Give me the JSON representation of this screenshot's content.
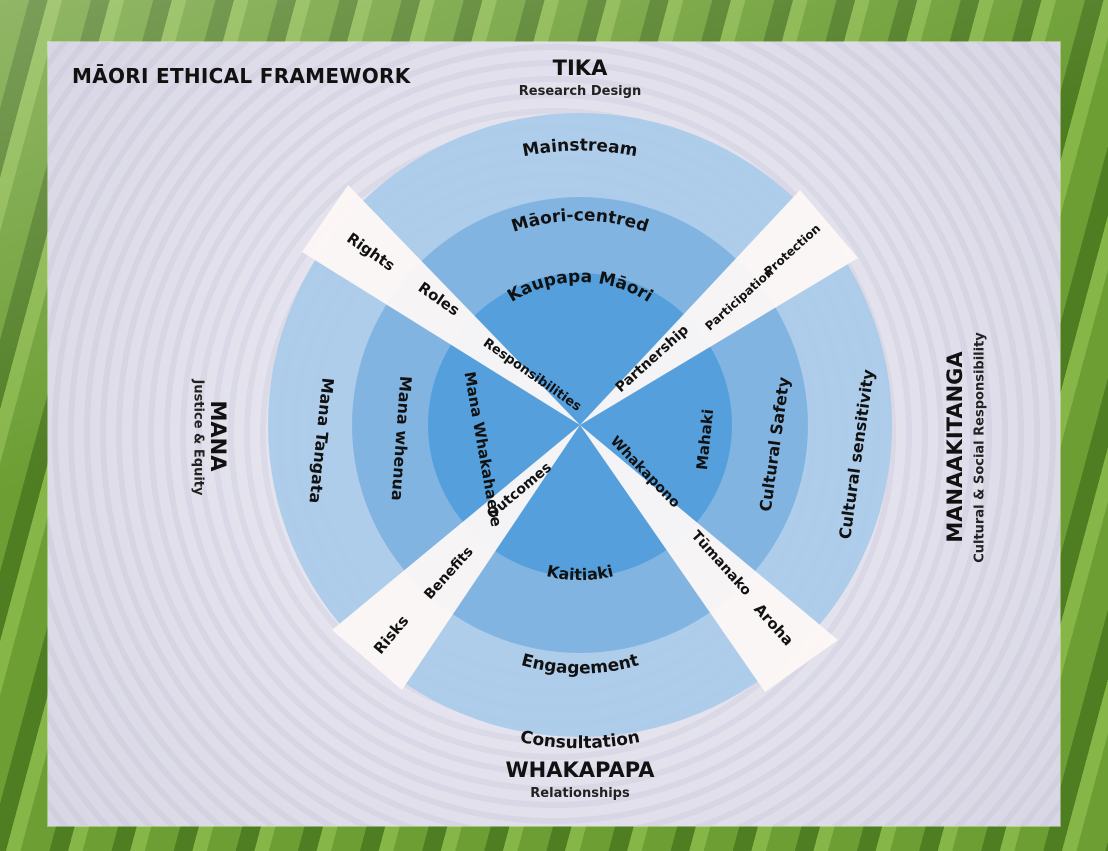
{
  "title": "MĀORI ETHICAL FRAMEWORK",
  "dimensions": {
    "top": {
      "name": "TIKA",
      "sub": "Research Design"
    },
    "bottom": {
      "name": "WHAKAPAPA",
      "sub": "Relationships"
    },
    "left": {
      "name": "MANA",
      "sub": "Justice & Equity"
    },
    "right": {
      "name": "MANAAKITANGA",
      "sub": "Cultural & Social Responsibility"
    }
  },
  "ring_labels": {
    "top": [
      "Mainstream",
      "Māori-centred",
      "Kaupapa Māori"
    ],
    "bottom": [
      "Consultation",
      "Engagement",
      "Kaitiaki"
    ],
    "left": [
      "Mana Tangata",
      "Mana whenua",
      "Mana Whakahaere"
    ],
    "right": [
      "Cultural sensitivity",
      "Cultural Safety",
      "Mahaki"
    ]
  },
  "spoke_labels": {
    "upper_left": [
      "Rights",
      "Roles",
      "Responsibilities"
    ],
    "upper_right": [
      "Protection",
      "Participation",
      "Partnership"
    ],
    "lower_left": [
      "Risks",
      "Benefits",
      "Outcomes"
    ],
    "lower_right": [
      "Aroha",
      "Tūmanako",
      "Whakapono"
    ]
  },
  "colors": {
    "outer_ring": "#a9cbe9",
    "middle_ring": "#7fb2e1",
    "inner_circle": "#55a0dc",
    "spoke": "#fdf8f6",
    "text": "#111111"
  }
}
